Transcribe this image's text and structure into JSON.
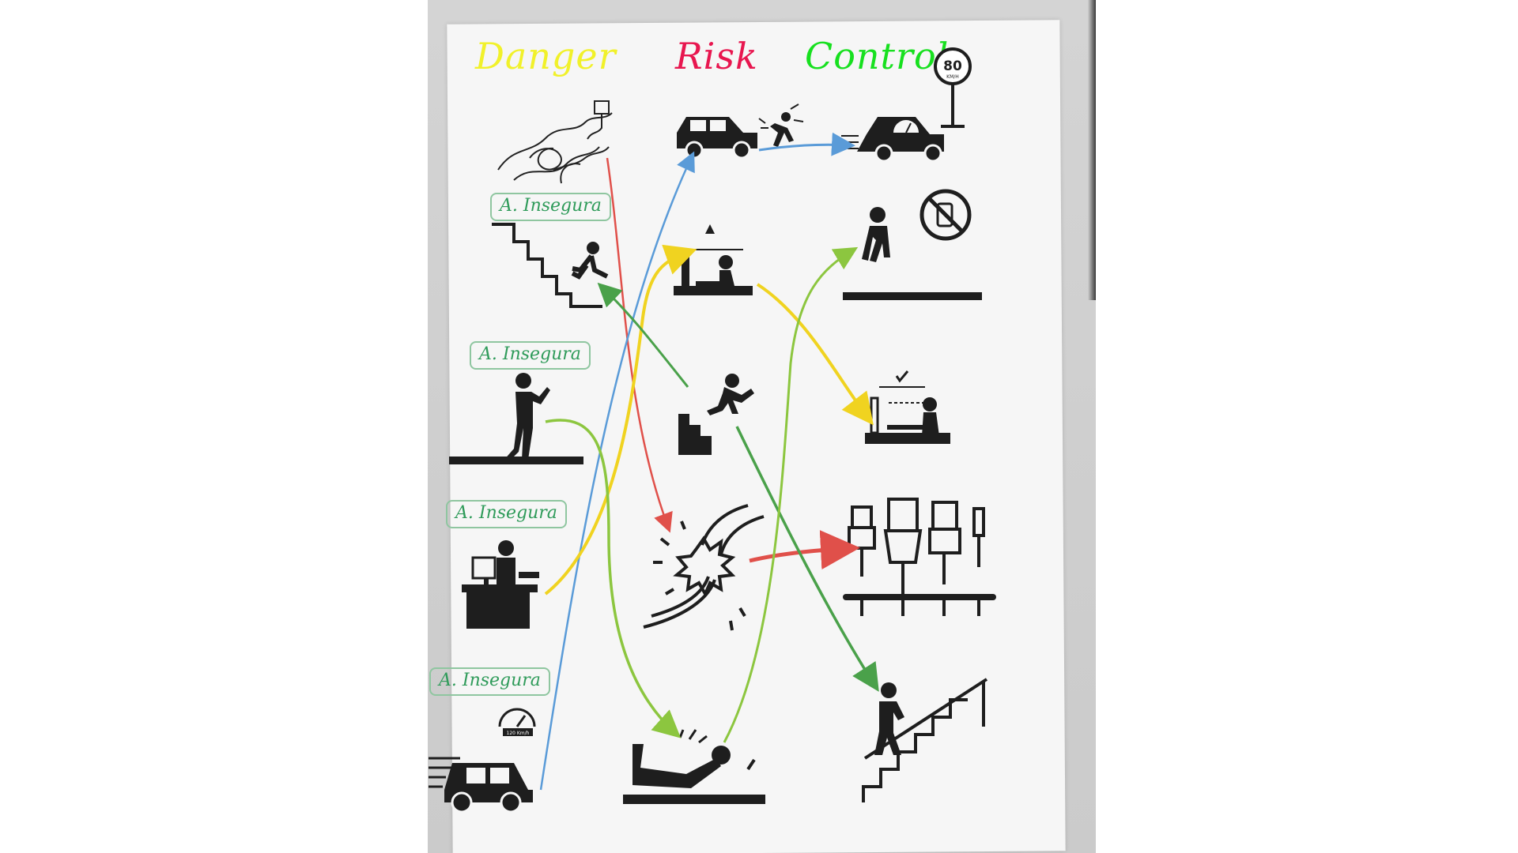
{
  "headings": {
    "danger": "Danger",
    "risk": "Risk",
    "control": "Control"
  },
  "labels": [
    "A. Insegura",
    "A. Insegura",
    "A. Insegura",
    "A. Insegura"
  ],
  "signs": {
    "speed_limit": "80",
    "speed_limit_unit": "KM/H",
    "speedometer": "120 Km/h"
  },
  "colors": {
    "danger": "#f1f12a",
    "risk": "#e8164f",
    "control": "#17e01f",
    "pencil_red": "#e0504a",
    "pencil_blue": "#5a9bd8",
    "pencil_yellow": "#f0d320",
    "pencil_green": "#4aa14a",
    "pencil_lightgreen": "#8cc63f"
  },
  "icons": [
    "tangled-cables-icon",
    "car-hitting-person-icon",
    "slow-car-icon",
    "falling-stairs-icon",
    "trip-hazard-icon",
    "walking-person-icon",
    "phone-texting-person-icon",
    "slipping-stairs-icon",
    "correct-posture-desk-icon",
    "desk-worker-icon",
    "electric-shock-cable-icon",
    "connectors-icon",
    "speeding-car-icon",
    "fallen-person-icon",
    "handrail-stairs-icon",
    "no-phone-sign-icon",
    "speed-limit-sign-icon"
  ]
}
